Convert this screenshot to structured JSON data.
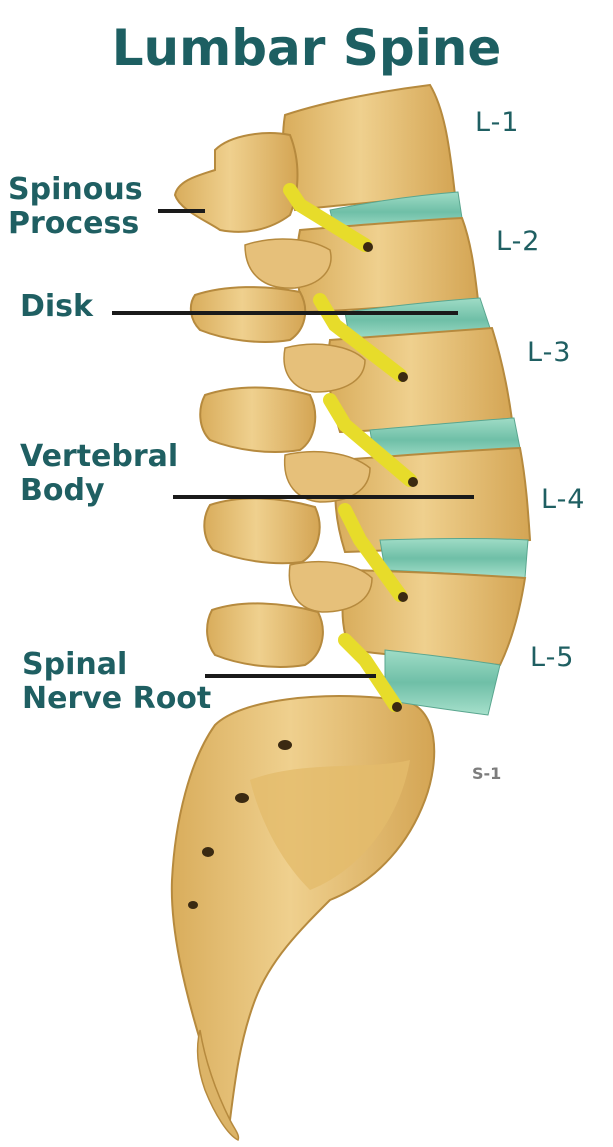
{
  "title": "Lumbar Spine",
  "labels": {
    "spinous_process_line1": "Spinous",
    "spinous_process_line2": "Process",
    "disk": "Disk",
    "vertebral_body_line1": "Vertebral",
    "vertebral_body_line2": "Body",
    "spinal_nerve_root_line1": "Spinal",
    "spinal_nerve_root_line2": "Nerve Root"
  },
  "levels": [
    "L-1",
    "L-2",
    "L-3",
    "L-4",
    "L-5"
  ],
  "sacrum_label": "S-1",
  "colors": {
    "title": "#1d5f62",
    "label": "#1f5f62",
    "bone": "#e9c77d",
    "bone_shadow": "#b98c3c",
    "disk": "#7cc9b4",
    "nerve": "#e7dc2a",
    "leader_line": "#1a1a1a"
  }
}
